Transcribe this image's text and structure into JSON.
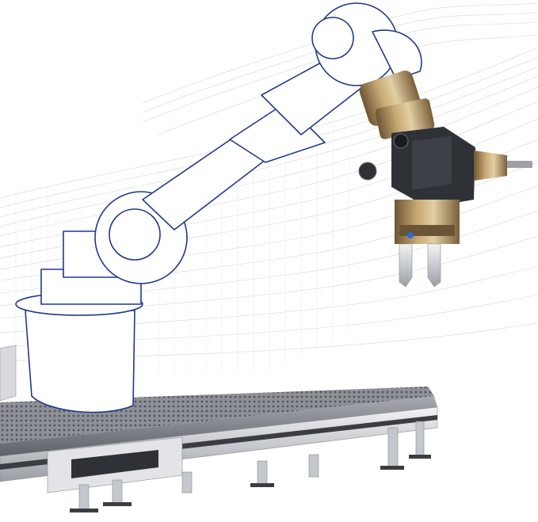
{
  "scene": {
    "colors": {
      "background": "#ffffff",
      "outline": "#1f3a8a",
      "wave": "#c9ccd2",
      "gripper_bronze": "#a98b5e",
      "gripper_dark": "#2e3136",
      "rail_silver": "#d4d7dc",
      "rail_dark": "#3a3d42"
    },
    "icons": [
      "robot-arm-outline",
      "gripper-module",
      "linear-rail-conveyor",
      "wave-mesh-pattern"
    ]
  }
}
